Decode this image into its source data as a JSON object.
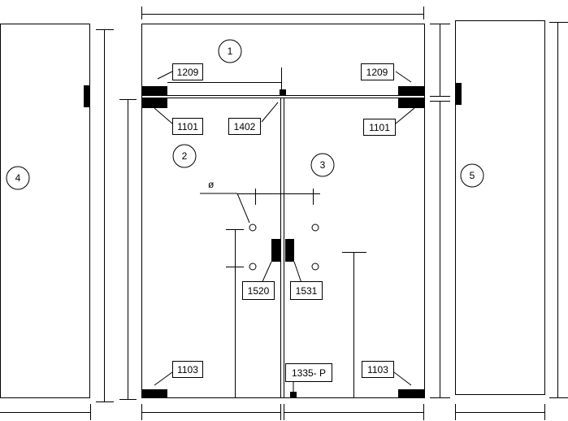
{
  "panels": {
    "top": "1",
    "left_door": "2",
    "right_door": "3",
    "left_side": "4",
    "right_side": "5"
  },
  "parts": {
    "top_left_patch": "1209",
    "top_right_patch": "1209",
    "upper_left_patch": "1101",
    "upper_right_patch": "1101",
    "top_lock": "1402",
    "handle_left": "1520",
    "handle_right": "1531",
    "bottom_left_patch": "1103",
    "bottom_right_patch": "1103",
    "floor_lock": "1335- P"
  },
  "symbols": {
    "diameter": "ø"
  },
  "colors": {
    "line": "#000000",
    "fitting": "#000000",
    "background": "#ffffff"
  }
}
